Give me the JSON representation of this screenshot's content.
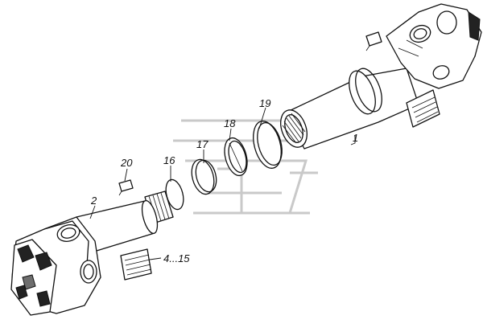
{
  "diagram": {
    "callouts": {
      "part_1": "1",
      "part_2": "2",
      "part_4_15": "4...15",
      "part_16": "16",
      "part_17": "17",
      "part_18": "18",
      "part_19": "19",
      "part_20": "20"
    },
    "colors": {
      "line": "#111111",
      "background": "#ffffff",
      "watermark": "#c9c9c9"
    }
  }
}
